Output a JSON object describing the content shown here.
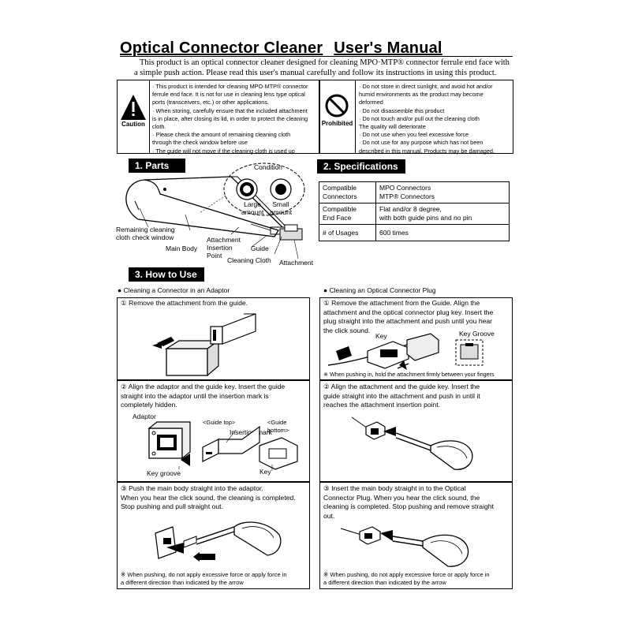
{
  "title": {
    "part1": "Optical Connector Cleaner",
    "part2": "User's Manual"
  },
  "intro": [
    "This product is an optical connector cleaner designed for cleaning MPO·MTP® connector ferrule end face with",
    "a simple push action. Please read this user's manual carefully and follow its instructions in using this product."
  ],
  "caution": {
    "label": "Caution",
    "lines": [
      "· This product is intended for cleaning MPO·MTP® connector",
      "ferrule end face. It is not for use in cleaning lens type optical",
      "ports (transceivers, etc.) or other applications.",
      "· When storing, carefully ensure that the included attachment",
      "is in place, after closing its lid, in order to protect the cleaning",
      "cloth.",
      "· Please check the amount of remaining cleaning cloth",
      "through the check window before use",
      "· The guide will not move if the cleaning cloth is used up"
    ]
  },
  "prohibited": {
    "label": "Prohibited",
    "lines": [
      "· Do not store in direct sunlight, and avoid hot and/or",
      "humid environments as the product may become",
      "deformed",
      "· Do not disassemble this product",
      "· Do not touch and/or pull out the cleaning cloth",
      "The quality will deteriorate",
      "· Do not use when you feel excessive force",
      "· Do not use for any purpose which has not been",
      "described in this manual. Products may be damaged."
    ]
  },
  "parts": {
    "heading": "1. Parts",
    "condition": "Condition",
    "large": [
      "Large",
      "amount"
    ],
    "small": [
      "Small",
      "amount"
    ],
    "remaining": [
      "Remaining cleaning",
      "cloth check window"
    ],
    "main_body": "Main Body",
    "attachment_point": [
      "Attachment",
      "Insertion",
      "Point"
    ],
    "guide": "Guide",
    "cleaning_cloth": "Cleaning Cloth",
    "attachment": "Attachment"
  },
  "specs": {
    "heading": "2. Specifications",
    "rows": [
      {
        "h1": "Compatible",
        "h2": "Connectors",
        "v1": "MPO Connectors",
        "v2": "MTP® Connectors"
      },
      {
        "h1": "Compatible",
        "h2": "End Face",
        "v1": "Flat and/or 8 degree,",
        "v2": "with both guide pins and no pin"
      },
      {
        "h1": "# of Usages",
        "h2": "",
        "v1": "600 times",
        "v2": ""
      }
    ]
  },
  "howto": {
    "heading": "3. How to Use",
    "left_title": "● Cleaning a Connector in an Adaptor",
    "right_title": "● Cleaning an Optical Connector Plug",
    "l1": [
      "① Remove the attachment from the guide."
    ],
    "l2": [
      "② Align the adaptor and the guide key. Insert the guide",
      "straight into the adaptor until the insertion mark is",
      "completely hidden."
    ],
    "l2_labels": {
      "adaptor": "Adaptor",
      "guide_top": "<Guide top>",
      "guide_bottom": "<Guide bottom>",
      "insertion_mark": "Insertion mark",
      "key_groove": "Key groove",
      "key": "Key"
    },
    "l3": [
      "③ Push the main body straight into the adaptor.",
      "When you hear the click sound, the cleaning is completed.",
      "Stop pushing and pull straight out."
    ],
    "l3_note": [
      "※ When pushing, do not apply excessive force or apply force in",
      "a different direction than indicated by the arrow"
    ],
    "r1": [
      "① Remove the attachment from the Guide. Align the",
      "attachment and the optical connector plug key. Insert the",
      "plug straight into the attachment and push until you hear",
      "the click sound."
    ],
    "r1_labels": {
      "key": "Key",
      "key_groove": "Key Groove"
    },
    "r1_note": "※ When pushing in, hold the attachment firmly between your fingers",
    "r2": [
      "② Align the attachment and the guide key. Insert the",
      "guide straight into the attachment and push in until it",
      "reaches the attachment insertion point."
    ],
    "r3": [
      "③ Insert the main body straight in to the Optical",
      "Connector Plug. When you hear the click sound, the",
      "cleaning is completed. Stop pushing and remove straight",
      "out."
    ],
    "r3_note": [
      "※ When pushing, do not apply excessive force or apply force in",
      "a different direction than indicated by the arrow"
    ]
  }
}
